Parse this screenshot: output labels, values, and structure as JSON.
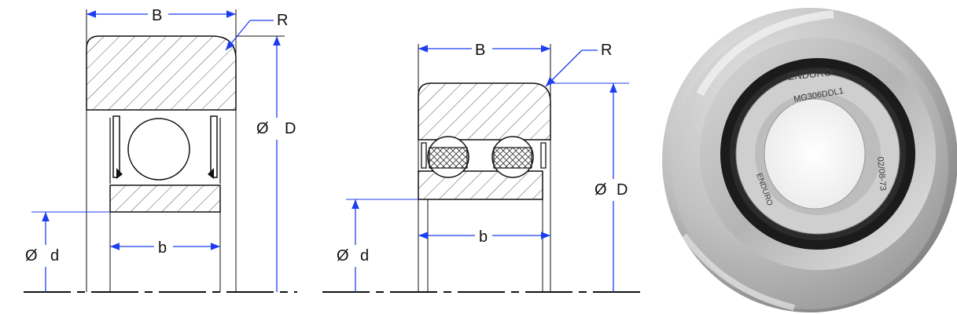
{
  "colors": {
    "dimension_line": "#1f3df0",
    "outline": "#111111",
    "hatch": "#555555",
    "seal": "#1b1b1b",
    "steel_light": "#d9d9d9",
    "steel_dark": "#8a8a8a"
  },
  "drawing_single_row": {
    "label_width": "B",
    "label_radius": "R",
    "label_outer_diameter_symbol": "Ø",
    "label_outer_diameter": "D",
    "label_bore_symbol": "Ø",
    "label_bore": "d",
    "label_inner_width": "b"
  },
  "drawing_double_row": {
    "label_width": "B",
    "label_radius": "R",
    "label_outer_diameter_symbol": "Ø",
    "label_outer_diameter": "D",
    "label_bore_symbol": "Ø",
    "label_bore": "d",
    "label_inner_width": "b"
  },
  "photo": {
    "brand_top": "ENDURO",
    "part_number": "MG306DDL1",
    "date_code": "02/08-73",
    "brand_bottom": "ENDURO"
  }
}
